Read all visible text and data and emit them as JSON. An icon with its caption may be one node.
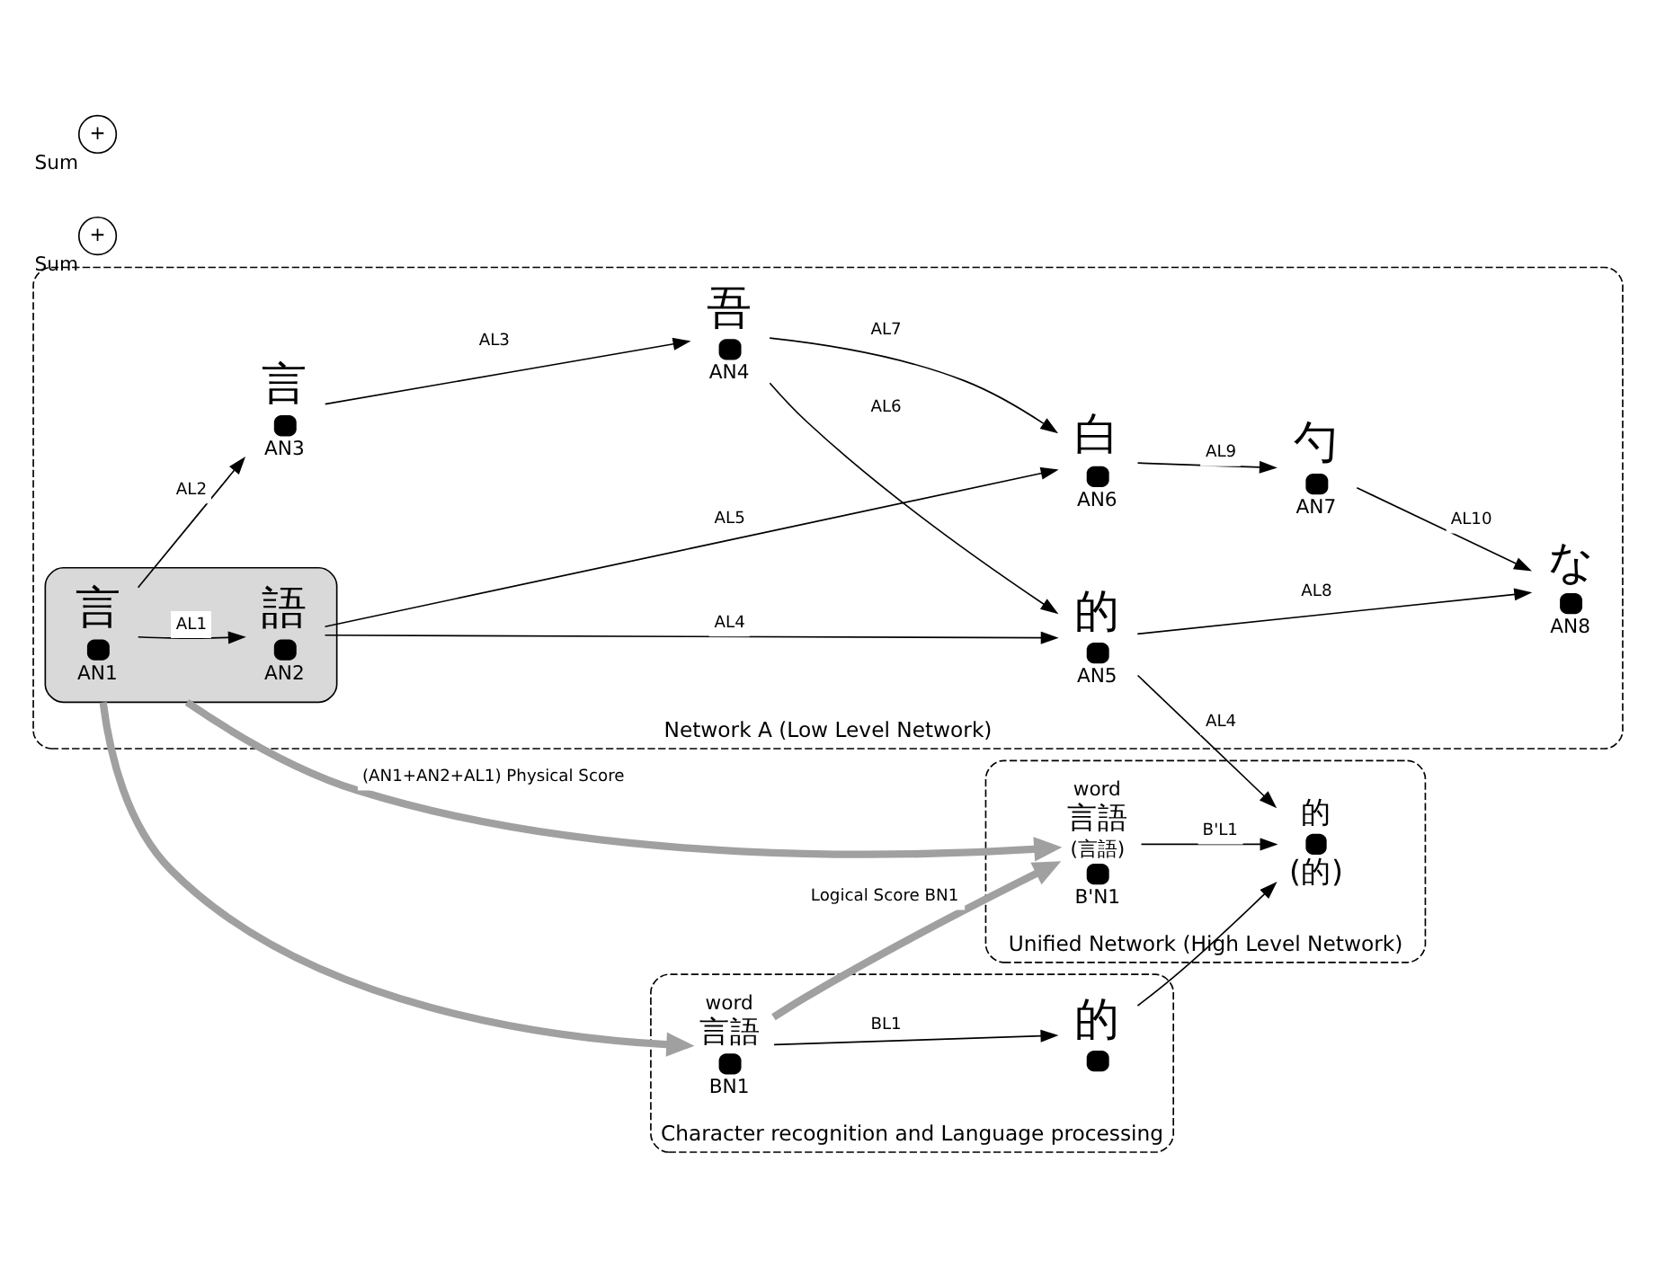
{
  "diagram": {
    "nodes": [
      {
        "text": [
          "Unified Network (High Level Network)"
        ]
      },
      {
        "text": [
          "word",
          "言語",
          "(言語)",
          "B'N1"
        ],
        "in": 0
      },
      {
        "text": [
          "的",
          "(的)"
        ],
        "in": 0
      },
      {
        "text": [
          "Character recognition and Language processing"
        ]
      },
      {
        "text": [
          "word",
          "言語",
          "BN1"
        ],
        "in": 3
      },
      {
        "text": [
          "的"
        ],
        "in": 3
      },
      {
        "text": [
          "Network A (Low Level Network)"
        ]
      },
      {
        "text": [],
        "shape": "box",
        "in": 6
      },
      {
        "text": [
          "言",
          "AN1"
        ],
        "in": 7
      },
      {
        "text": [
          "語",
          "AN2"
        ],
        "in": 7
      },
      {
        "text": [
          "的",
          "AN5"
        ],
        "in": 6
      },
      {
        "text": [
          "な",
          "AN8"
        ],
        "in": 6
      },
      {
        "text": [
          "言",
          "AN3"
        ],
        "in": 6
      },
      {
        "text": [
          "吾",
          "AN4"
        ],
        "in": 6
      },
      {
        "text": [
          "白",
          "AN6"
        ],
        "in": 6
      },
      {
        "text": [
          "勺",
          "AN7"
        ],
        "in": 6
      },
      {
        "text": [
          "+"
        ],
        "beside": [
          "Sum"
        ]
      },
      {
        "text": [
          "+"
        ],
        "beside": [
          "Sum"
        ]
      }
    ],
    "edges": [
      {
        "from": 1,
        "to": 2,
        "arrow": "to",
        "label": "B'L1"
      },
      {
        "from": 4,
        "to": 1,
        "arrow": "to",
        "label": "Logical Score BN1",
        "style": "thick",
        "color": "#a0a0a0"
      },
      {
        "from": 7,
        "to": 1,
        "arrow": "to",
        "label": "(AN1+AN2+AL1) Physical Score",
        "style": "thick",
        "color": "#a0a0a0"
      },
      {
        "from": 7,
        "to": 4,
        "arrow": "to",
        "style": "thick",
        "color": "#a0a0a0"
      },
      {
        "from": 4,
        "to": 5,
        "arrow": "to",
        "label": "BL1"
      },
      {
        "from": 5,
        "to": 2,
        "arrow": "to"
      },
      {
        "from": 10,
        "to": 2,
        "arrow": "to",
        "label": "AL4"
      },
      {
        "from": 8,
        "to": 9,
        "arrow": "to",
        "label": "AL1"
      },
      {
        "from": 8,
        "to": 12,
        "arrow": "to",
        "label": "AL2"
      },
      {
        "from": 12,
        "to": 13,
        "arrow": "to",
        "label": "AL3"
      },
      {
        "from": 9,
        "to": 10,
        "arrow": "to",
        "label": "AL4"
      },
      {
        "from": 9,
        "to": 14,
        "arrow": "to",
        "label": "AL5"
      },
      {
        "from": 13,
        "to": 10,
        "arrow": "to",
        "label": "AL6"
      },
      {
        "from": 13,
        "to": 14,
        "arrow": "to",
        "label": "AL7"
      },
      {
        "from": 10,
        "to": 11,
        "arrow": "to",
        "label": "AL8"
      },
      {
        "from": 14,
        "to": 15,
        "arrow": "to",
        "label": "AL9"
      },
      {
        "from": 15,
        "to": 11,
        "arrow": "to",
        "label": "AL10"
      }
    ]
  }
}
